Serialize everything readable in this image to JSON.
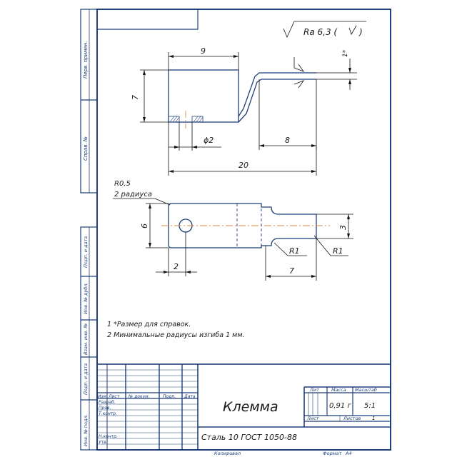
{
  "roughness": {
    "label": "Ra 6,3 (",
    "close": ")"
  },
  "side_strip": {
    "perv_primen": "Перв. примен.",
    "sprav": "Справ. №",
    "podp_data_1": "Подп. и дата",
    "inv_dubl": "Инв. № дубл.",
    "vzam_inv": "Взам. инв. №",
    "podp_data_2": "Подп. и дата",
    "inv_podl": "Инв. № подл."
  },
  "dimensions": {
    "top_width": "9",
    "height": "7",
    "thickness": "1*",
    "hole_dia": "ϕ2",
    "tab_length": "8",
    "overall_length": "20",
    "corner_radius": "R0,5",
    "corner_note": "2 радиуса",
    "plan_width": "6",
    "hole_offset": "2",
    "tab_width": "3",
    "radius_1": "R1",
    "radius_2": "R1",
    "tab_length_plan": "7"
  },
  "notes": [
    "1  *Размер для справок.",
    "2  Минимальные радиусы изгиба 1 мм."
  ],
  "title_block": {
    "part_name": "Клемма",
    "material": "Сталь 10  ГОСТ 1050-88",
    "col_lit": "Лит",
    "col_massa": "Масса",
    "col_masshtab": "Масштаб",
    "mass_value": "0,91 г",
    "scale_value": "5:1",
    "sheet_label": "Лист",
    "sheets_label": "Листов",
    "sheets_value": "1",
    "rows": {
      "izm": "Изм",
      "list": "Лист",
      "n_dokum": "№ докум.",
      "podp": "Подп.",
      "data": "Дата",
      "razrab": "Разраб.",
      "prov": "Пров.",
      "t_kontr": "Т.контр.",
      "n_kontr": "Н.контр.",
      "utv": "Утв."
    },
    "footer_copied": "Копировал",
    "footer_format": "Формат",
    "footer_format_value": "А4"
  }
}
